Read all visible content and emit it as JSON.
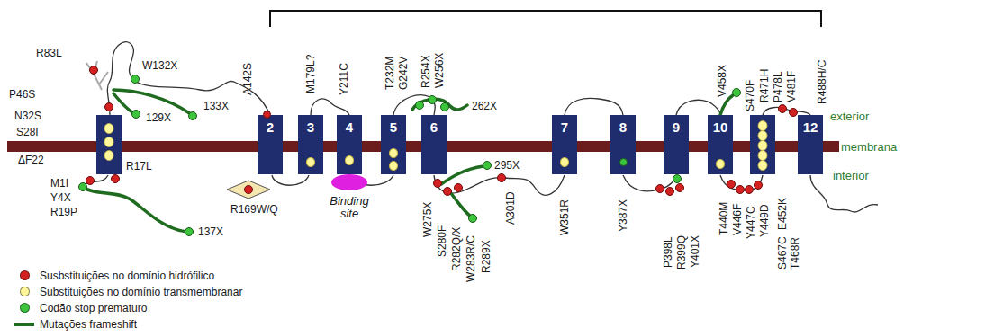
{
  "diagram": {
    "nodes": [
      {
        "text": [
          "2"
        ]
      },
      {
        "text": [
          "3"
        ]
      },
      {
        "text": [
          "4"
        ]
      },
      {
        "text": [
          "5"
        ]
      },
      {
        "text": [
          "6"
        ]
      },
      {
        "text": [
          "7"
        ]
      },
      {
        "text": [
          "8"
        ]
      },
      {
        "text": [
          "9"
        ]
      },
      {
        "text": [
          "10"
        ]
      },
      {
        "text": [
          "12"
        ]
      }
    ],
    "labels": [
      "R83L",
      "W132X",
      "P46S",
      "N32S",
      "S28I",
      "ΔF22",
      "R17L",
      "M1I",
      "Y4X",
      "R19P",
      "129X",
      "133X",
      "137X",
      "A142S",
      "M179L?",
      "Y211C",
      "T232M",
      "G242V",
      "R254X",
      "W256X",
      "262X",
      "R169W/Q",
      "Binding site",
      "295X",
      "W275X",
      "S280F",
      "R282Q/X",
      "W283R/C",
      "R289X",
      "A301D",
      "W351R",
      "Y387X",
      "P398L",
      "R399Q",
      "Y401X",
      "V458X",
      "S470F",
      "R471H",
      "P478L",
      "V481F",
      "R488H/C",
      "T440M",
      "V446F",
      "Y447C",
      "Y449D",
      "E452K",
      "S467C T468R",
      "exterior",
      "membrana",
      "interior"
    ],
    "legend": [
      {
        "text": "Susbstituições no domínio hidrófilico",
        "color": "#d32020"
      },
      {
        "text": "Substituições no domínio transmembranar",
        "color": "#fff799"
      },
      {
        "text": "Codão stop prematuro",
        "color": "#3cc43c"
      },
      {
        "text": "Mutações frameshift"
      }
    ]
  }
}
